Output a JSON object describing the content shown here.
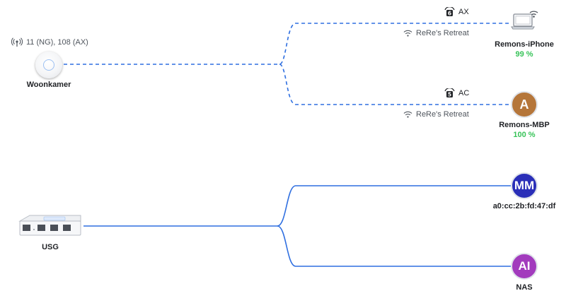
{
  "wireless": {
    "ap": {
      "name": "Woonkamer",
      "channels": "11 (NG), 108 (AX)",
      "icon": "access-point-icon"
    },
    "clients": [
      {
        "name": "Remons-iPhone",
        "signal": "99 %",
        "protocol": "AX",
        "ssid": "ReRe's Retreat",
        "icon": "laptop-wifi-icon"
      },
      {
        "name": "Remons-MBP",
        "signal": "100 %",
        "protocol": "AC",
        "ssid": "ReRe's Retreat",
        "avatar_text": "A",
        "avatar_color": "#b5763a"
      }
    ]
  },
  "wired": {
    "gateway": {
      "name": "USG",
      "icon": "usg-gateway-icon"
    },
    "clients": [
      {
        "name": "a0:cc:2b:fd:47:df",
        "avatar_text": "MM",
        "avatar_color": "#2a2fb8"
      },
      {
        "name": "NAS",
        "avatar_text": "AI",
        "avatar_color": "#a23bbd"
      }
    ]
  },
  "colors": {
    "link_wireless": "#2f6fe0",
    "link_wired": "#2f6fe0",
    "signal_good": "#38c359"
  }
}
